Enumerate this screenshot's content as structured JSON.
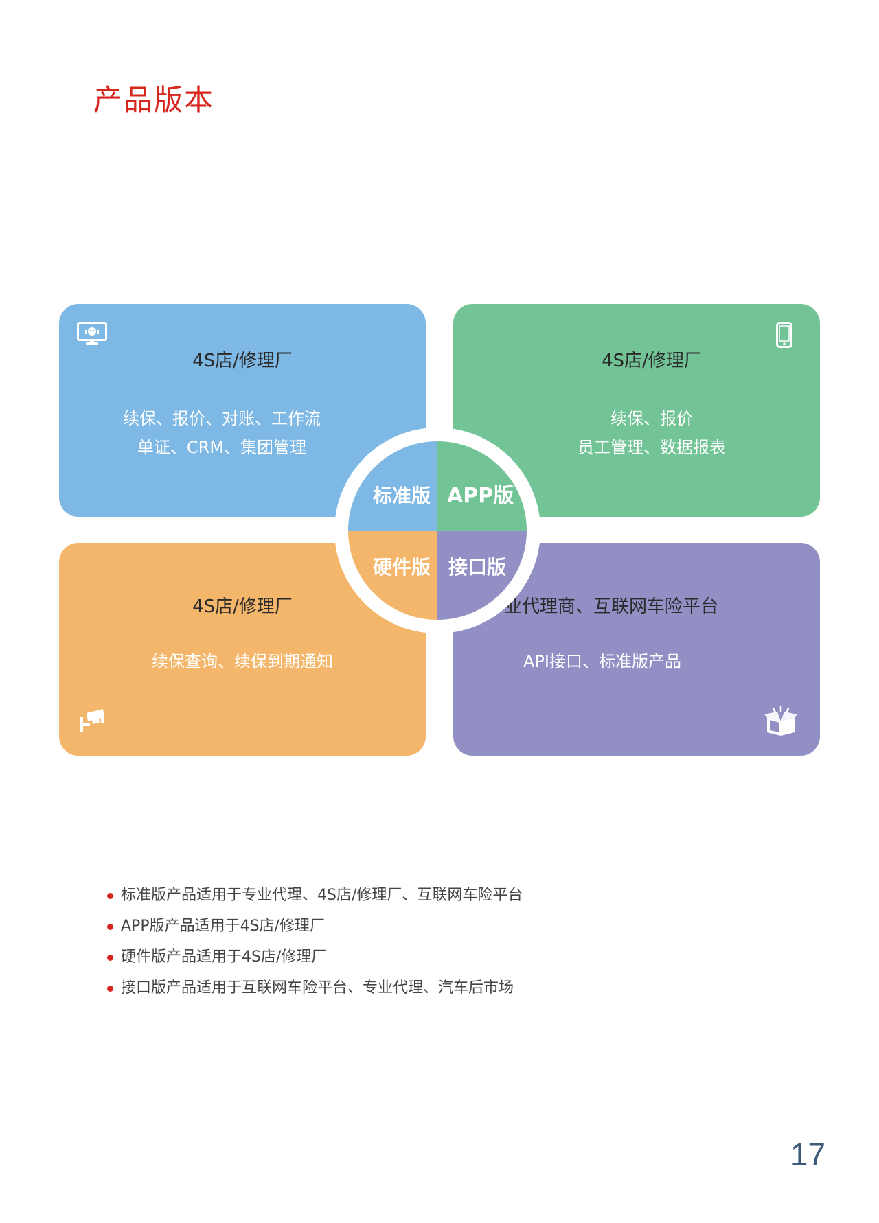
{
  "page": {
    "title": "产品版本",
    "page_number": "17"
  },
  "cards": {
    "standard": {
      "heading": "4S店/修理厂",
      "desc_lines": [
        "续保、报价、对账、工作流",
        "单证、CRM、集团管理"
      ],
      "color": "#7eb8e4",
      "icon": "monitor-icon"
    },
    "app": {
      "heading": "4S店/修理厂",
      "desc_lines": [
        "续保、报价",
        "员工管理、数据报表"
      ],
      "color": "#72c396",
      "icon": "phone-icon"
    },
    "hardware": {
      "heading": "4S店/修理厂",
      "desc_lines": [
        "续保查询、续保到期通知"
      ],
      "color": "#f4b66a",
      "icon": "camera-icon"
    },
    "interface": {
      "heading": "专业代理商、互联网车险平台",
      "desc_lines": [
        "API接口、标准版产品"
      ],
      "color": "#928fc5",
      "icon": "box-icon"
    }
  },
  "center": {
    "standard_label": "标准版",
    "app_label": "APP版",
    "hardware_label": "硬件版",
    "interface_label": "接口版"
  },
  "bullets": [
    "标准版产品适用于专业代理、4S店/修理厂、互联网车险平台",
    "APP版产品适用于4S店/修理厂",
    "硬件版产品适用于4S店/修理厂",
    "接口版产品适用于互联网车险平台、专业代理、汽车后市场"
  ],
  "colors": {
    "accent": "#d7261e",
    "page_number": "#3c5a7a"
  }
}
